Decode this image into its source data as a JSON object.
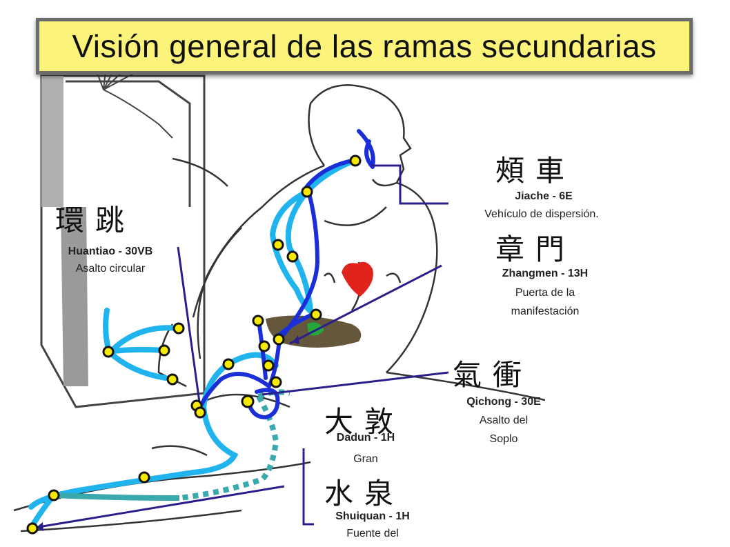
{
  "title": "Visión general de las ramas secundarias",
  "colors": {
    "title_bg": "#fbf37a",
    "title_border": "#6b6b6b",
    "channel_dark": "#1a2fd8",
    "channel_light": "#20b4ee",
    "channel_dotted": "#3aa9ae",
    "point_fill": "#f5ea00",
    "heart": "#e0241b",
    "spleen": "#4a3a1a",
    "label_line": "#2a1f8a"
  },
  "points": {
    "jiache": {
      "characters": "頰車",
      "name": "Jiache - 6E",
      "desc": "Vehículo de dispersión."
    },
    "zhangmen": {
      "characters": "章門",
      "name": "Zhangmen - 13H",
      "desc": "Puerta de la manifestación"
    },
    "huantiao": {
      "characters": "環跳",
      "name": "Huantiao - 30VB",
      "desc": "Asalto circular"
    },
    "qichong": {
      "characters": "氣衝",
      "name": "Qichong - 30E",
      "desc": "Asalto del Soplo"
    },
    "dadun": {
      "characters": "大敦",
      "name": "Dadun - 1H",
      "desc": "Gran"
    },
    "shuiquan": {
      "characters": "水泉",
      "name": "Shuiquan - 1H",
      "desc": "Fuente del"
    }
  }
}
